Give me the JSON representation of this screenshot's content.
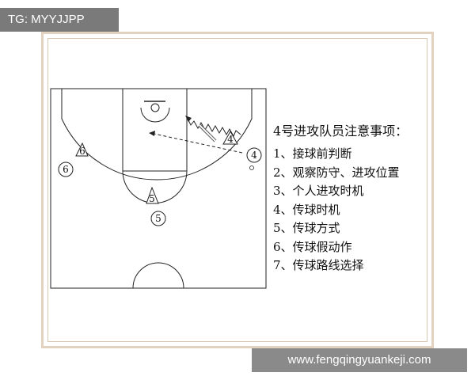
{
  "header": {
    "tag": "TG: MYYJJPP"
  },
  "footer": {
    "url": "www.fengqingyuankeji.com"
  },
  "notes": {
    "title": "4号进攻队员注意事项：",
    "items": [
      "1、接球前判断",
      "2、观察防守、进攻位置",
      "3、个人进攻时机",
      "4、传球时机",
      "5、传球方式",
      "6、传球假动作",
      "7、传球路线选择"
    ]
  },
  "players": {
    "defender_4": "4",
    "defender_5": "5",
    "defender_6": "6",
    "attacker_4": "4",
    "attacker_5": "5",
    "attacker_6": "6"
  }
}
